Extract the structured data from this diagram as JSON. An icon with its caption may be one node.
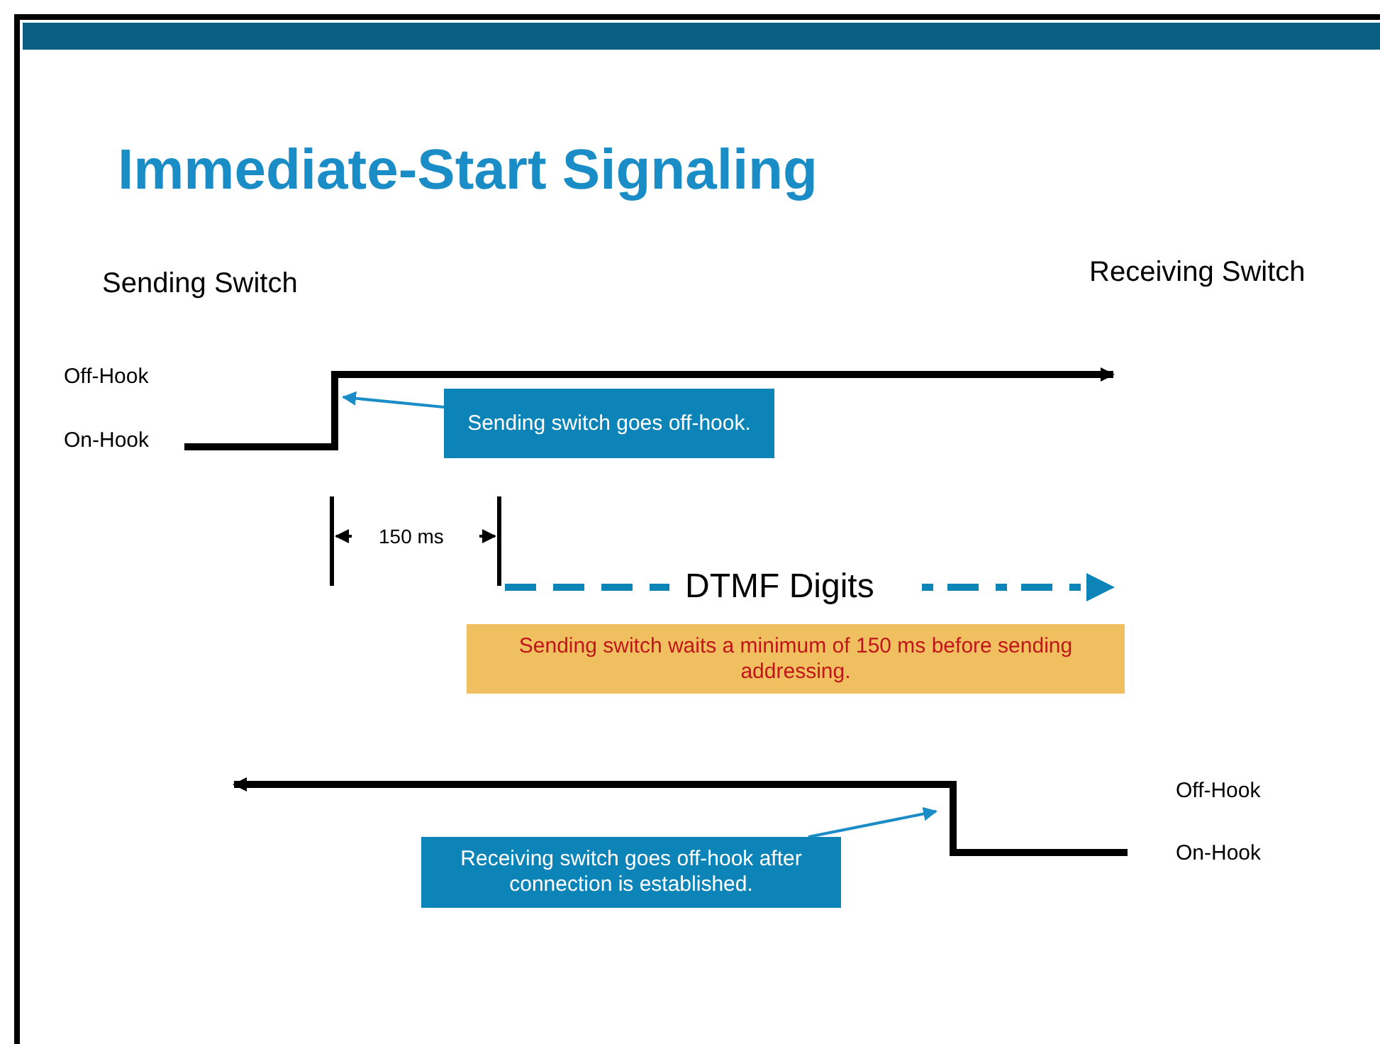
{
  "diagram": {
    "title": "Immediate-Start Signaling",
    "nodes": [
      {
        "text": [
          "Sending switch goes off-hook."
        ]
      },
      {
        "text": [],
        "shape": "line"
      },
      {
        "text": [
          "Sending switch waits a minimum of 150 ms before sending addressing."
        ]
      },
      {
        "text": [
          "Receiving switch goes off-hook after connection is established."
        ]
      },
      {
        "text": [],
        "shape": "line"
      }
    ],
    "edges": [
      {
        "from": 0,
        "to": 1,
        "arrow": "to"
      },
      {
        "from": 3,
        "to": 4,
        "arrow": "to"
      }
    ],
    "labels": [
      "Sending Switch",
      "Receiving Switch",
      "Off-Hook",
      "On-Hook",
      "150 ms",
      "DTMF Digits",
      "Off-Hook",
      "On-Hook"
    ]
  }
}
